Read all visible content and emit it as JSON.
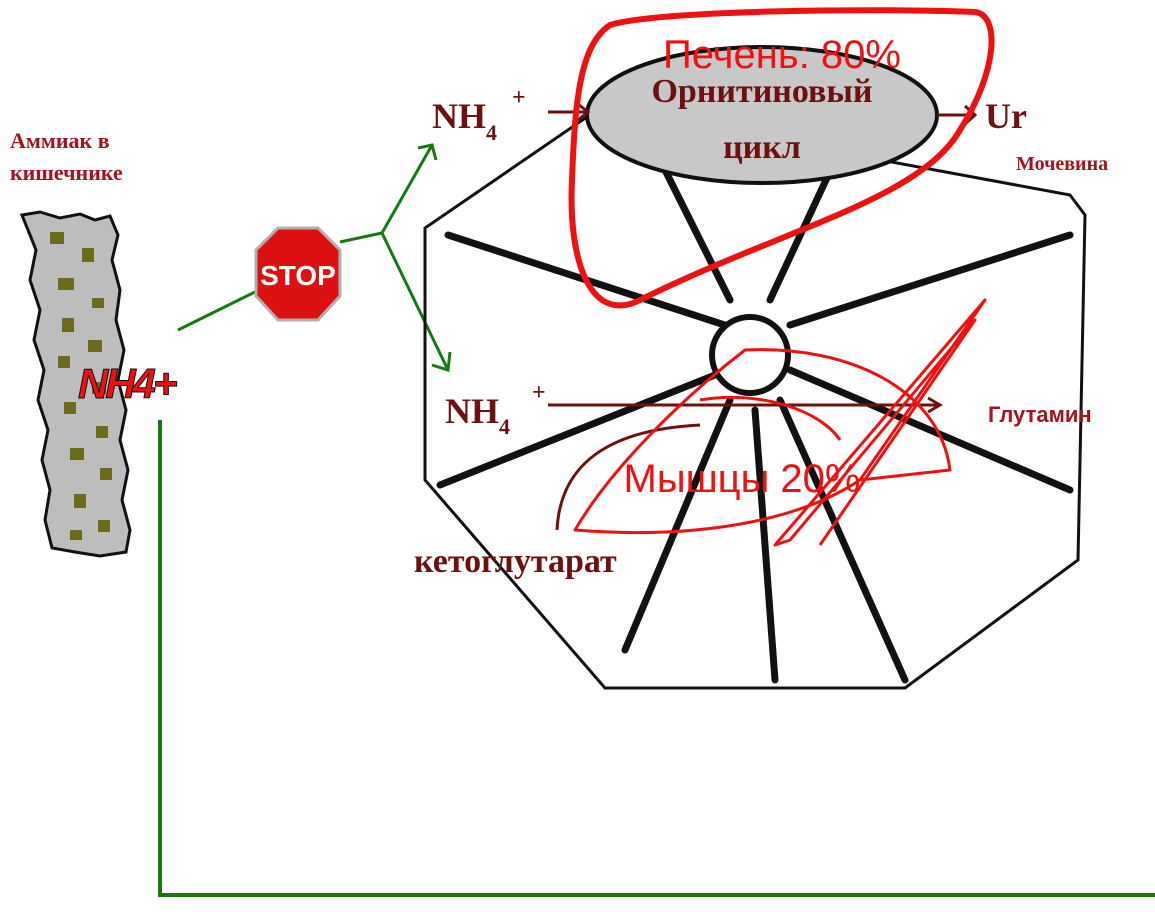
{
  "labels": {
    "intestine_title_line1": "Аммиак в",
    "intestine_title_line2": "кишечнике",
    "intestine_ion": "NH4+",
    "stop_sign": "STOP",
    "liver_pct": "Печень: 80%",
    "cycle_line1": "Орнитиновый",
    "cycle_line2": "цикл",
    "ammonium_top": "NH",
    "ammonium_top_sub": "4",
    "ammonium_top_sup": "+",
    "ammonium_bottom": "NH",
    "ammonium_bottom_sub": "4",
    "ammonium_bottom_sup": "+",
    "urea_short": "Ur",
    "urea": "Мочевина",
    "glutamine": "Глутамин",
    "muscle_pct": "Мышцы 20%",
    "ketoglutarate": "кетоглутарат"
  },
  "colors": {
    "dark_red": "#6b1111",
    "label_red": "#a3141f",
    "annotation_red": "#ee1111",
    "green": "#137a13",
    "ellipse_fill": "#c8c8c8",
    "stop_red": "#dd1111",
    "wall_grey": "#bdbdbd",
    "wall_spot": "#6b6b1a"
  }
}
